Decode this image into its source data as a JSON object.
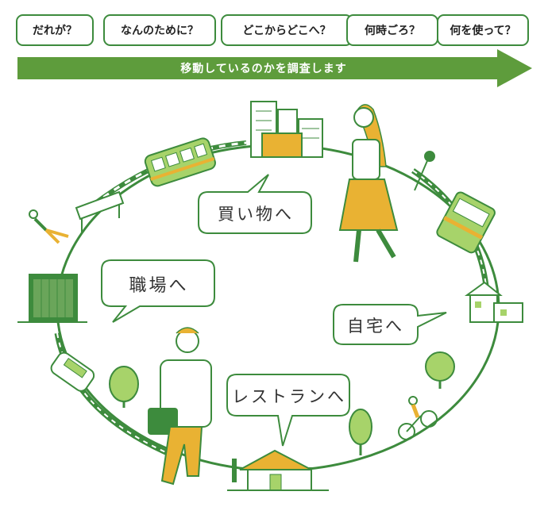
{
  "questions": [
    {
      "label": "だれが？"
    },
    {
      "label": "なんのために？"
    },
    {
      "label": "どこからどこへ？"
    },
    {
      "label": "何時ごろ？"
    },
    {
      "label": "何を使って？"
    }
  ],
  "banner": {
    "label": "移動しているのかを調査します"
  },
  "bubbles": {
    "shopping": "買い物へ",
    "work": "職場へ",
    "home": "自宅へ",
    "restaurant": "レストランへ"
  },
  "colors": {
    "green": "#3d8b3d",
    "light_green": "#a7d36a",
    "yellow": "#e9b233",
    "text": "#333333"
  }
}
